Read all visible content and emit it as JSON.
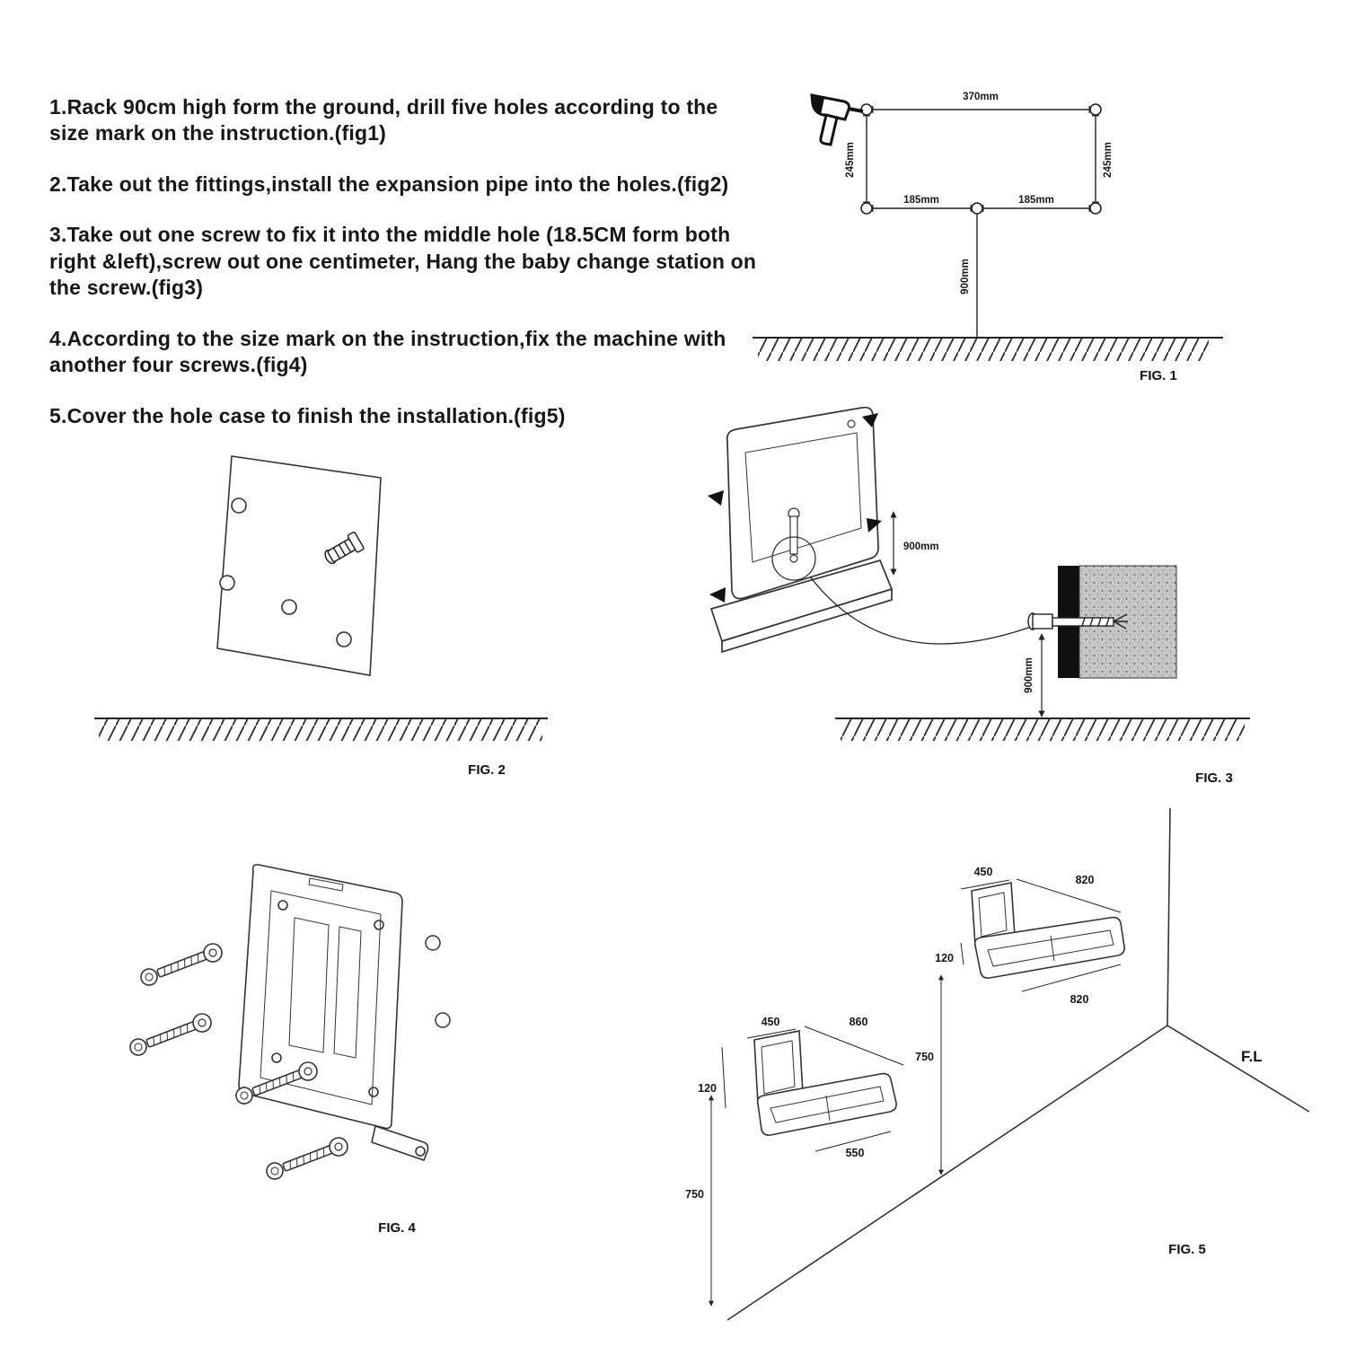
{
  "instructions": {
    "step1": "1.Rack 90cm high form the ground, drill five holes according to the size mark on the instruction.(fig1)",
    "step2": "2.Take out the fittings,install the expansion pipe into the holes.(fig2)",
    "step3": "3.Take out one screw to fix it into the middle hole (18.5CM form both right &left),screw out one centimeter, Hang the baby change station on the screw.(fig3)",
    "step4": "4.According to the size mark on the instruction,fix the machine with another four screws.(fig4)",
    "step5": "5.Cover the hole case to finish the installation.(fig5)"
  },
  "fig1": {
    "caption": "FIG. 1",
    "dim_top": "370mm",
    "dim_left": "245mm",
    "dim_right": "245mm",
    "dim_bottom_left": "185mm",
    "dim_bottom_right": "185mm",
    "dim_height": "900mm"
  },
  "fig2": {
    "caption": "FIG. 2"
  },
  "fig3": {
    "caption": "FIG. 3",
    "dim_height": "900mm",
    "dim_wall_height": "900mm"
  },
  "fig4": {
    "caption": "FIG. 4"
  },
  "fig5": {
    "caption": "FIG. 5",
    "floor_label": "F.L",
    "open_unit": {
      "dim_depth": "450",
      "dim_width": "820",
      "dim_thickness": "120",
      "dim_width_bottom": "820",
      "dim_height": "750"
    },
    "folded_unit": {
      "dim_depth": "450",
      "dim_width": "860",
      "dim_thickness": "120",
      "dim_width_bottom": "550",
      "dim_height": "750"
    }
  }
}
